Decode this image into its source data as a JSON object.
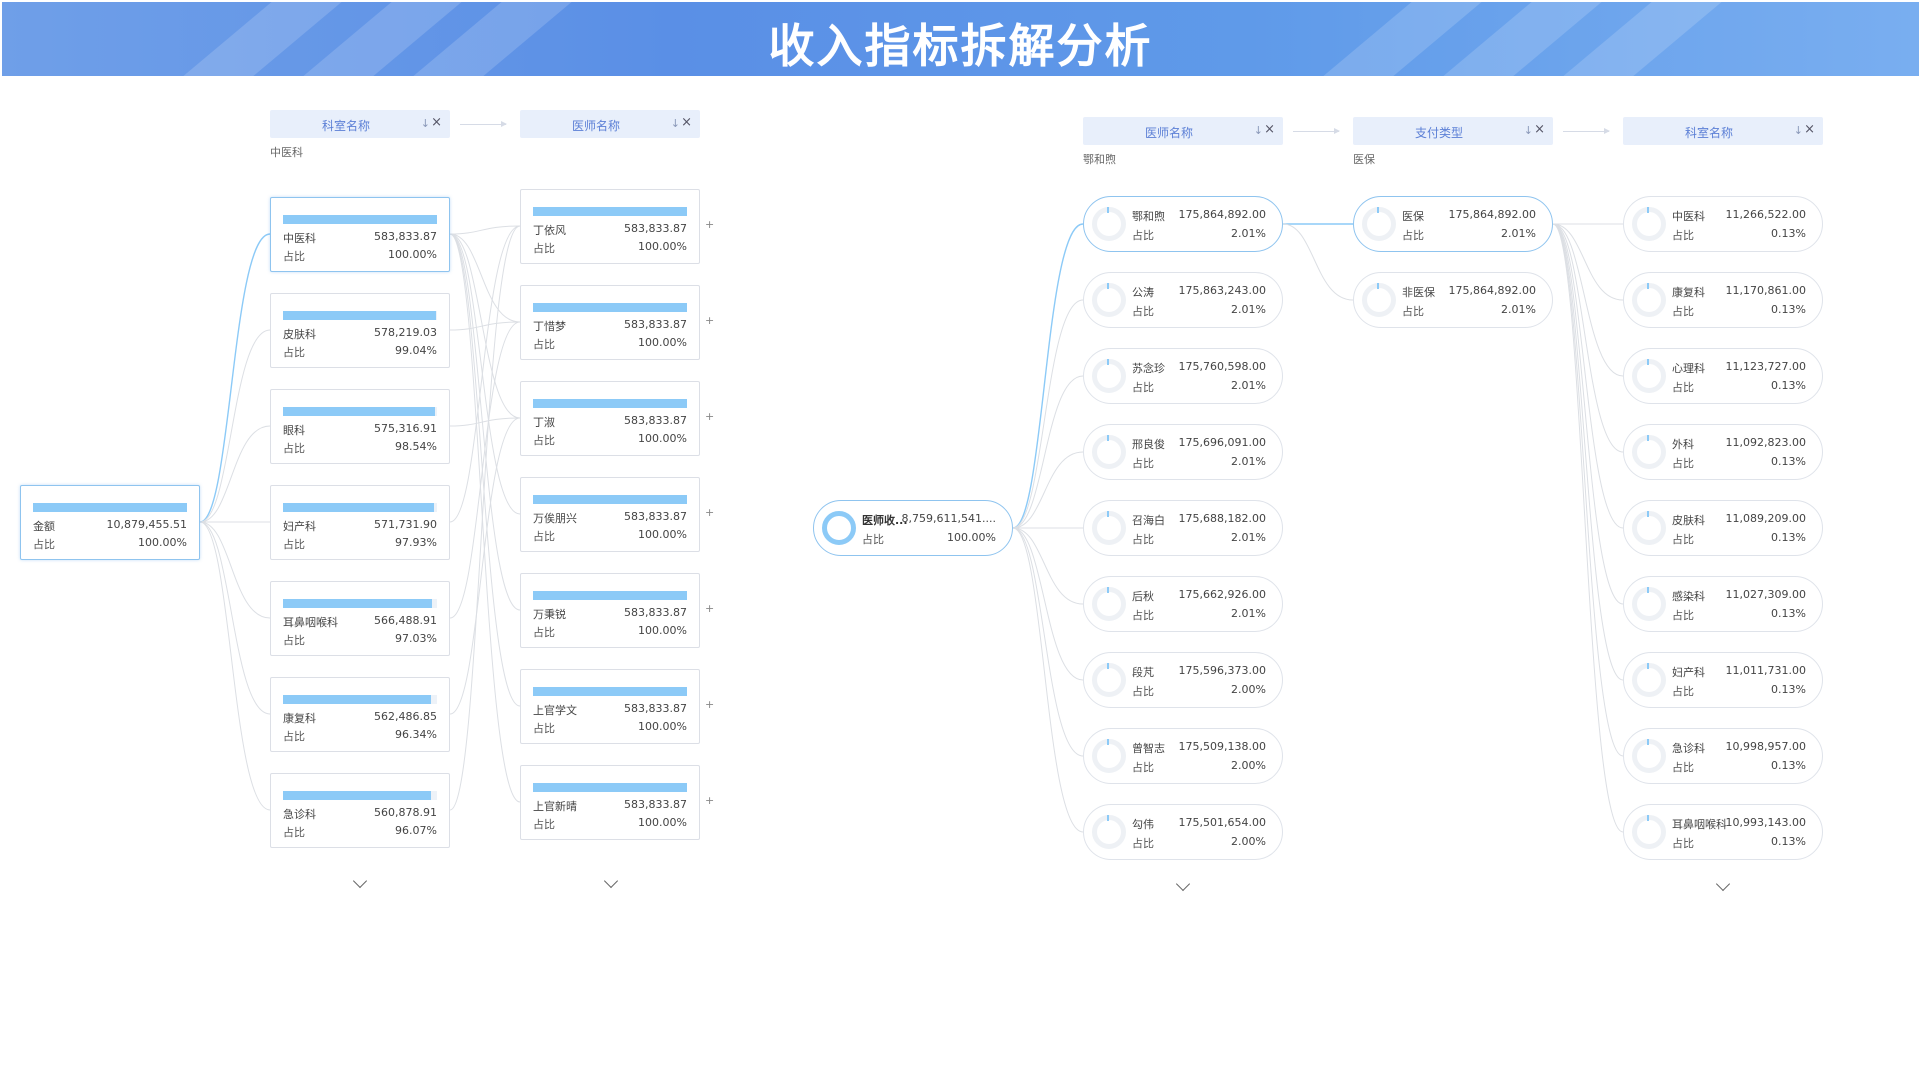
{
  "page_title": "收入指标拆解分析",
  "left_tree": {
    "root": {
      "name": "金额",
      "value": "10,879,455.51",
      "pct_label": "占比",
      "pct": "100.00%",
      "fill": 1.0
    },
    "columns": [
      {
        "header": "科室名称",
        "sort_icon": "↓",
        "close_icon": "×",
        "selected": "中医科"
      },
      {
        "header": "医师名称",
        "sort_icon": "↓",
        "close_icon": "×",
        "selected": ""
      }
    ],
    "departments": [
      {
        "name": "中医科",
        "value": "583,833.87",
        "pct_label": "占比",
        "pct": "100.00%",
        "fill": 1.0
      },
      {
        "name": "皮肤科",
        "value": "578,219.03",
        "pct_label": "占比",
        "pct": "99.04%",
        "fill": 0.9904
      },
      {
        "name": "眼科",
        "value": "575,316.91",
        "pct_label": "占比",
        "pct": "98.54%",
        "fill": 0.9854
      },
      {
        "name": "妇产科",
        "value": "571,731.90",
        "pct_label": "占比",
        "pct": "97.93%",
        "fill": 0.9793
      },
      {
        "name": "耳鼻咽喉科",
        "value": "566,488.91",
        "pct_label": "占比",
        "pct": "97.03%",
        "fill": 0.9703
      },
      {
        "name": "康复科",
        "value": "562,486.85",
        "pct_label": "占比",
        "pct": "96.34%",
        "fill": 0.9634
      },
      {
        "name": "急诊科",
        "value": "560,878.91",
        "pct_label": "占比",
        "pct": "96.07%",
        "fill": 0.9607
      }
    ],
    "doctors": [
      {
        "name": "丁依风",
        "value": "583,833.87",
        "pct_label": "占比",
        "pct": "100.00%",
        "fill": 1.0
      },
      {
        "name": "丁惜梦",
        "value": "583,833.87",
        "pct_label": "占比",
        "pct": "100.00%",
        "fill": 1.0
      },
      {
        "name": "丁淑",
        "value": "583,833.87",
        "pct_label": "占比",
        "pct": "100.00%",
        "fill": 1.0
      },
      {
        "name": "万俟朋兴",
        "value": "583,833.87",
        "pct_label": "占比",
        "pct": "100.00%",
        "fill": 1.0
      },
      {
        "name": "万秉锐",
        "value": "583,833.87",
        "pct_label": "占比",
        "pct": "100.00%",
        "fill": 1.0
      },
      {
        "name": "上官学文",
        "value": "583,833.87",
        "pct_label": "占比",
        "pct": "100.00%",
        "fill": 1.0
      },
      {
        "name": "上官新晴",
        "value": "583,833.87",
        "pct_label": "占比",
        "pct": "100.00%",
        "fill": 1.0
      }
    ],
    "expand_icon": "+"
  },
  "right_tree": {
    "root": {
      "name": "医师收...",
      "value": "8,759,611,541....",
      "pct_label": "占比",
      "pct": "100.00%"
    },
    "columns": [
      {
        "header": "医师名称",
        "sort_icon": "↓",
        "close_icon": "×",
        "selected": "鄂和煦"
      },
      {
        "header": "支付类型",
        "sort_icon": "↓",
        "close_icon": "×",
        "selected": "医保"
      },
      {
        "header": "科室名称",
        "sort_icon": "↓",
        "close_icon": "×",
        "selected": ""
      }
    ],
    "doctors": [
      {
        "name": "鄂和煦",
        "value": "175,864,892.00",
        "pct_label": "占比",
        "pct": "2.01%"
      },
      {
        "name": "公涛",
        "value": "175,863,243.00",
        "pct_label": "占比",
        "pct": "2.01%"
      },
      {
        "name": "苏念珍",
        "value": "175,760,598.00",
        "pct_label": "占比",
        "pct": "2.01%"
      },
      {
        "name": "邢良俊",
        "value": "175,696,091.00",
        "pct_label": "占比",
        "pct": "2.01%"
      },
      {
        "name": "召海白",
        "value": "175,688,182.00",
        "pct_label": "占比",
        "pct": "2.01%"
      },
      {
        "name": "后秋",
        "value": "175,662,926.00",
        "pct_label": "占比",
        "pct": "2.01%"
      },
      {
        "name": "段芃",
        "value": "175,596,373.00",
        "pct_label": "占比",
        "pct": "2.00%"
      },
      {
        "name": "曾智志",
        "value": "175,509,138.00",
        "pct_label": "占比",
        "pct": "2.00%"
      },
      {
        "name": "勾伟",
        "value": "175,501,654.00",
        "pct_label": "占比",
        "pct": "2.00%"
      }
    ],
    "payment_types": [
      {
        "name": "医保",
        "value": "175,864,892.00",
        "pct_label": "占比",
        "pct": "2.01%"
      },
      {
        "name": "非医保",
        "value": "175,864,892.00",
        "pct_label": "占比",
        "pct": "2.01%"
      }
    ],
    "departments": [
      {
        "name": "中医科",
        "value": "11,266,522.00",
        "pct_label": "占比",
        "pct": "0.13%"
      },
      {
        "name": "康复科",
        "value": "11,170,861.00",
        "pct_label": "占比",
        "pct": "0.13%"
      },
      {
        "name": "心理科",
        "value": "11,123,727.00",
        "pct_label": "占比",
        "pct": "0.13%"
      },
      {
        "name": "外科",
        "value": "11,092,823.00",
        "pct_label": "占比",
        "pct": "0.13%"
      },
      {
        "name": "皮肤科",
        "value": "11,089,209.00",
        "pct_label": "占比",
        "pct": "0.13%"
      },
      {
        "name": "感染科",
        "value": "11,027,309.00",
        "pct_label": "占比",
        "pct": "0.13%"
      },
      {
        "name": "妇产科",
        "value": "11,011,731.00",
        "pct_label": "占比",
        "pct": "0.13%"
      },
      {
        "name": "急诊科",
        "value": "10,998,957.00",
        "pct_label": "占比",
        "pct": "0.13%"
      },
      {
        "name": "耳鼻咽喉科",
        "value": "10,993,143.00",
        "pct_label": "占比",
        "pct": "0.13%"
      }
    ]
  },
  "colors": {
    "banner": "#5a8fe6",
    "bar_fill": "#8ccaf7",
    "selected_border": "#8fc4ef",
    "link_active": "#8ccaf7",
    "link_idle": "#dcdfe4"
  }
}
